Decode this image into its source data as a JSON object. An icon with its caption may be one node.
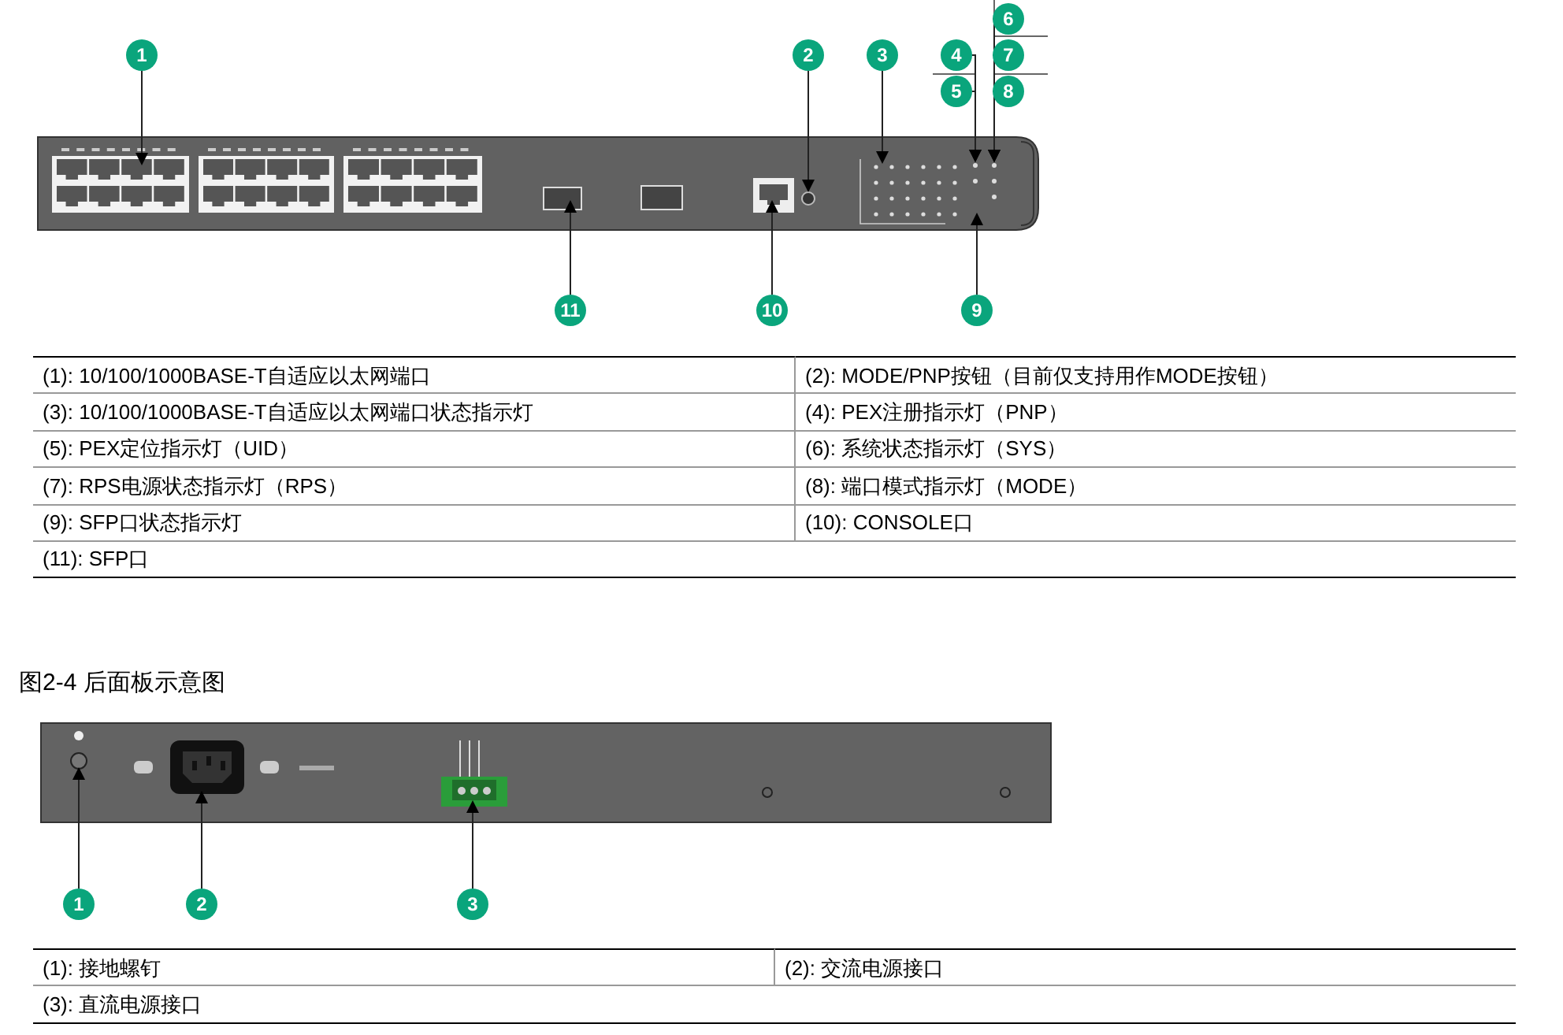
{
  "diagram": {
    "nodes": [
      {
        "text": [
          "1"
        ]
      },
      {
        "text": [
          "2"
        ]
      },
      {
        "text": [
          "3"
        ]
      },
      {
        "text": [
          "4"
        ]
      },
      {
        "text": [
          "5"
        ]
      },
      {
        "text": [
          "6"
        ]
      },
      {
        "text": [
          "7"
        ]
      },
      {
        "text": [
          "8"
        ]
      },
      {
        "text": [
          "9"
        ]
      },
      {
        "text": [
          "10"
        ]
      },
      {
        "text": [
          "11"
        ]
      },
      {
        "text": [
          "1"
        ]
      },
      {
        "text": [
          "2"
        ]
      },
      {
        "text": [
          "3"
        ]
      }
    ],
    "edges": [
      {
        "from": 0,
        "to": null,
        "arrow": "to"
      },
      {
        "from": 1,
        "to": null,
        "arrow": "to"
      },
      {
        "from": 2,
        "to": null,
        "arrow": "to"
      },
      {
        "from": 3,
        "to": null,
        "arrow": "to"
      },
      {
        "from": 4,
        "to": null,
        "arrow": "to"
      },
      {
        "from": 5,
        "to": null,
        "arrow": "to"
      },
      {
        "from": 6,
        "to": null,
        "arrow": "to"
      },
      {
        "from": 7,
        "to": null,
        "arrow": "to"
      },
      {
        "from": 8,
        "to": null,
        "arrow": "to"
      },
      {
        "from": 9,
        "to": null,
        "arrow": "to"
      },
      {
        "from": 10,
        "to": null,
        "arrow": "to"
      },
      {
        "from": 11,
        "to": null,
        "arrow": "to"
      },
      {
        "from": 12,
        "to": null,
        "arrow": "to"
      },
      {
        "from": 13,
        "to": null,
        "arrow": "to"
      }
    ],
    "labels": [
      "(1): 10/100/1000BASE-T自适应以太网端口",
      "(2): MODE/PNP按钮（目前仅支持用作MODE按钮）",
      "(3): 10/100/1000BASE-T自适应以太网端口状态指示灯",
      "(4): PEX注册指示灯（PNP）",
      "(5): PEX定位指示灯（UID）",
      "(6): 系统状态指示灯（SYS）",
      "(7): RPS电源状态指示灯（RPS）",
      "(8): 端口模式指示灯（MODE）",
      "(9): SFP口状态指示灯",
      "(10): CONSOLE口",
      "(11): SFP口",
      "图2-4 后面板示意图",
      "(1): 接地螺钉",
      "(2): 交流电源接口",
      "(3): 直流电源接口"
    ]
  }
}
